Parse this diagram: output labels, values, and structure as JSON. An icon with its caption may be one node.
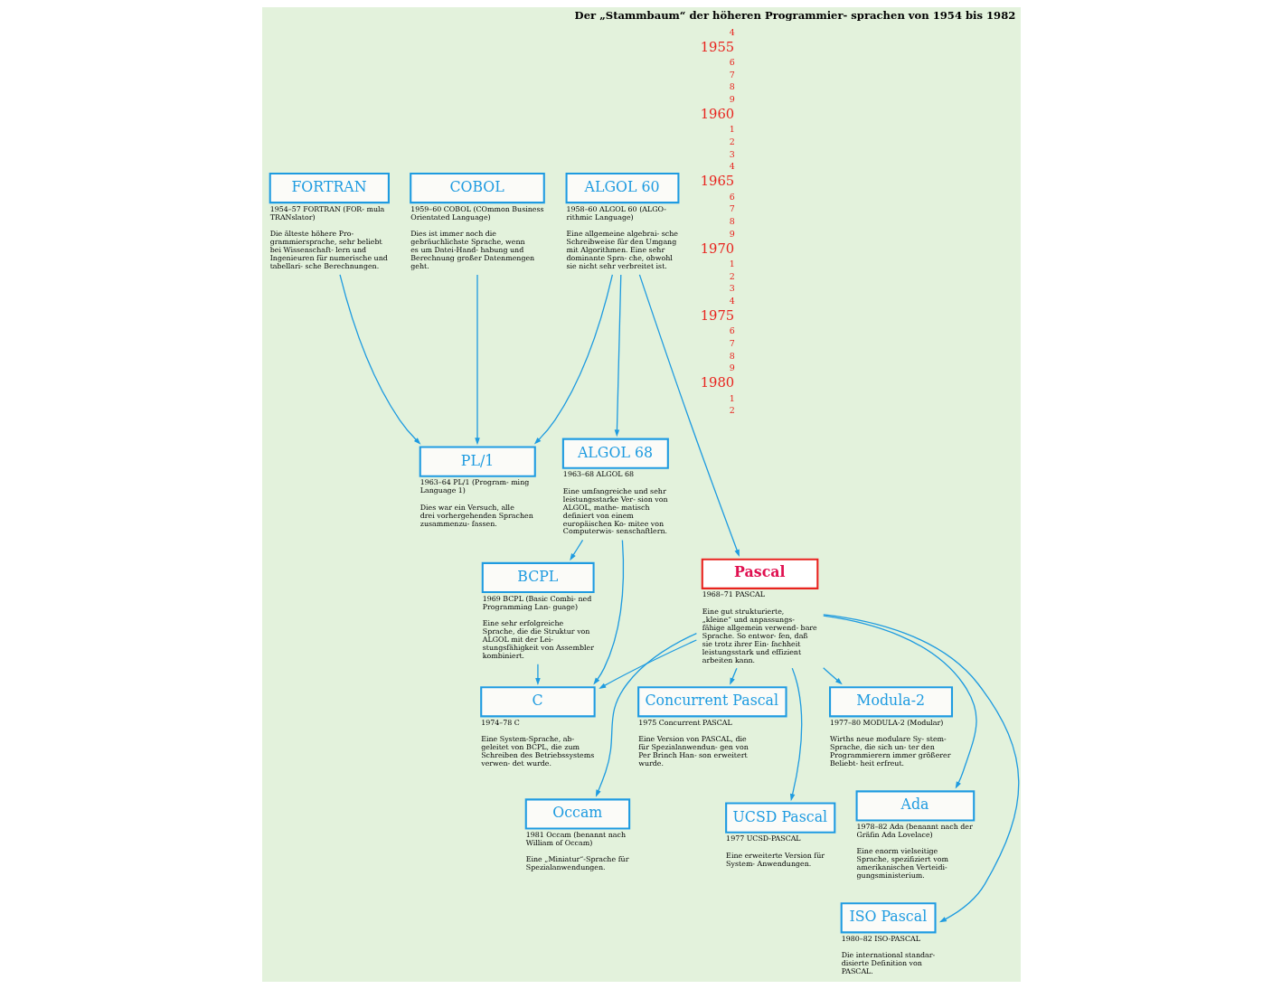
{
  "diagram": {
    "title": "Der „Stammbaum“ der höheren Programmier- sprachen von 1954 bis 1982",
    "nodes": [
      {
        "text": [
          "FORTRAN"
        ],
        "beside": [
          "1954–57 FORTRAN (FOR- mula TRANslator)",
          "Die älteste höhere Pro- grammiersprache, sehr beliebt bei Wissenschaft- lern und Ingenieuren für numerische und tabellari- sche Berechnungen."
        ]
      },
      {
        "text": [
          "COBOL"
        ],
        "beside": [
          "1959–60 COBOL (COmmon Business Orientated Language)",
          "Dies ist immer noch die gebräuchlichste Sprache, wenn es um Datei-Hand- habung und Berechnung großer Datenmengen geht."
        ]
      },
      {
        "text": [
          "ALGOL 60"
        ],
        "beside": [
          "1958–60 ALGOL 60 (ALGO- rithmic Language)",
          "Eine allgemeine algebrai- sche Schreibweise für den Umgang mit Algorithmen. Eine sehr dominante Spra- che, obwohl sie nicht sehr verbreitet ist."
        ]
      },
      {
        "text": [
          "PL/1"
        ],
        "beside": [
          "1963–64 PL/1 (Program- ming Language 1)",
          "Dies war ein Versuch, alle drei vorhergehenden Sprachen zusammenzu- fassen."
        ]
      },
      {
        "text": [
          "ALGOL 68"
        ],
        "beside": [
          "1963–68 ALGOL 68",
          "Eine umfangreiche und sehr leistungsstarke Ver- sion von ALGOL, mathe- matisch definiert von einem europäischen Ko- mitee von Computerwis- senschaftlern."
        ]
      },
      {
        "text": [
          "Pascal"
        ],
        "beside": [
          "1968–71 PASCAL",
          "Eine gut strukturierte, „kleine“ und anpassungs- fähige allgemein verwend- bare Sprache. So entwor- fen, daß sie trotz ihrer Ein- fachheit leistungsstark und effizient arbeiten kann."
        ]
      },
      {
        "text": [
          "BCPL"
        ],
        "beside": [
          "1969 BCPL (Basic Combi- ned Programming Lan- guage)",
          "Eine sehr erfolgreiche Sprache, die die Struktur von ALGOL mit der Lei- stungsfähigkeit von Assembler kombiniert."
        ]
      },
      {
        "text": [
          "Concurrent Pascal"
        ],
        "beside": [
          "1975 Concurrent PASCAL",
          "Eine Version von PASCAL, die für Spezialanwendun- gen von Per Brinch Han- son erweitert wurde."
        ]
      },
      {
        "text": [
          "C"
        ],
        "beside": [
          "1974–78 C",
          "Eine System-Sprache, ab- geleitet von BCPL, die zum Schreiben des Betriebssystems verwen- det wurde."
        ]
      },
      {
        "text": [
          "UCSD Pascal"
        ],
        "beside": [
          "1977 UCSD-PASCAL",
          "Eine erweiterte Version für System- Anwendungen."
        ]
      },
      {
        "text": [
          "Modula-2"
        ],
        "beside": [
          "1977–80 MODULA-2 (Modular)",
          "Wirths neue modulare Sy- stem-Sprache, die sich un- ter den Programmierern immer größerer Beliebt- heit erfreut."
        ]
      },
      {
        "text": [
          "Ada"
        ],
        "beside": [
          "1978–82 Ada (benannt nach der Gräfin Ada Lovelace)",
          "Eine enorm vielseitige Sprache, spezifiziert vom amerikanischen Verteidi- gungsministerium."
        ]
      },
      {
        "text": [
          "ISO Pascal"
        ],
        "beside": [
          "1980–82 ISO-PASCAL",
          "Die international standar- disierte Definition von PASCAL."
        ]
      },
      {
        "text": [
          "Occam"
        ],
        "beside": [
          "1981 Occam (benannt nach William of Occam)",
          "Eine „Miniatur“-Sprache für Spezialanwendungen."
        ]
      }
    ],
    "edges": [
      {
        "from": 0,
        "to": 3,
        "arrow": "to"
      },
      {
        "from": 1,
        "to": 3,
        "arrow": "to"
      },
      {
        "from": 2,
        "to": 3,
        "arrow": "to"
      },
      {
        "from": 2,
        "to": 4,
        "arrow": "to"
      },
      {
        "from": 2,
        "to": 5,
        "arrow": "to"
      },
      {
        "from": 4,
        "to": 6,
        "arrow": "to"
      },
      {
        "from": 4,
        "to": 8,
        "arrow": "to"
      },
      {
        "from": 6,
        "to": 8,
        "arrow": "to"
      },
      {
        "from": 5,
        "to": 8,
        "arrow": "to"
      },
      {
        "from": 5,
        "to": 7,
        "arrow": "to"
      },
      {
        "from": 5,
        "to": 9,
        "arrow": "to"
      },
      {
        "from": 5,
        "to": 12,
        "arrow": "to"
      },
      {
        "from": 5,
        "to": 11,
        "arrow": "to"
      },
      {
        "from": 5,
        "to": 10,
        "arrow": "to"
      },
      {
        "from": 5,
        "to": 13,
        "arrow": "to"
      }
    ],
    "labels": [
      "4",
      "1955",
      "6",
      "7",
      "8",
      "9",
      "1960",
      "1",
      "2",
      "3",
      "4",
      "1965",
      "6",
      "7",
      "8",
      "9",
      "1970",
      "1",
      "2",
      "3",
      "4",
      "1975",
      "6",
      "7",
      "8",
      "9",
      "1980",
      "1",
      "2"
    ]
  }
}
